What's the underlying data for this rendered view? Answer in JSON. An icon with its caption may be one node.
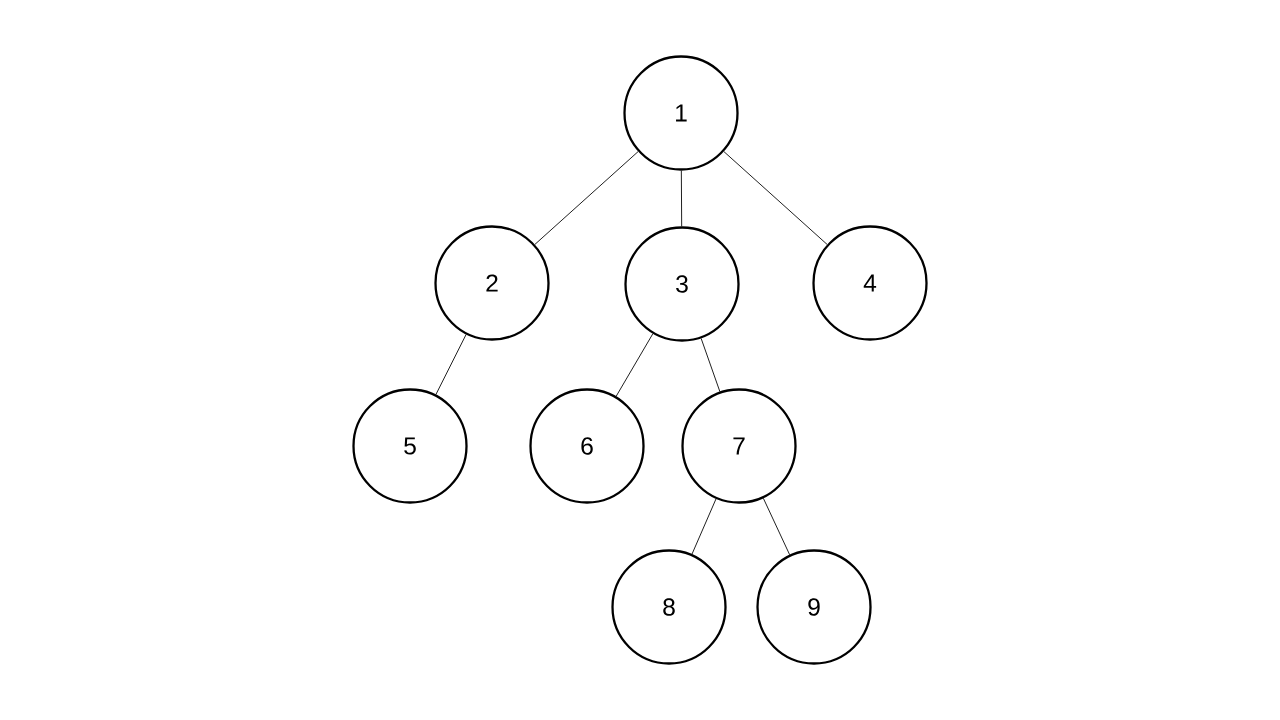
{
  "diagram": {
    "nodes": [
      {
        "text": [
          "1"
        ]
      },
      {
        "text": [
          "2"
        ]
      },
      {
        "text": [
          "3"
        ]
      },
      {
        "text": [
          "4"
        ]
      },
      {
        "text": [
          "5"
        ]
      },
      {
        "text": [
          "6"
        ]
      },
      {
        "text": [
          "7"
        ]
      },
      {
        "text": [
          "8"
        ]
      },
      {
        "text": [
          "9"
        ]
      }
    ],
    "edges": [
      {
        "from": 0,
        "to": 1,
        "arrow": "none"
      },
      {
        "from": 0,
        "to": 2,
        "arrow": "none"
      },
      {
        "from": 0,
        "to": 3,
        "arrow": "none"
      },
      {
        "from": 1,
        "to": 4,
        "arrow": "none"
      },
      {
        "from": 2,
        "to": 5,
        "arrow": "none"
      },
      {
        "from": 2,
        "to": 6,
        "arrow": "none"
      },
      {
        "from": 6,
        "to": 7,
        "arrow": "none"
      },
      {
        "from": 6,
        "to": 8,
        "arrow": "none"
      }
    ]
  }
}
